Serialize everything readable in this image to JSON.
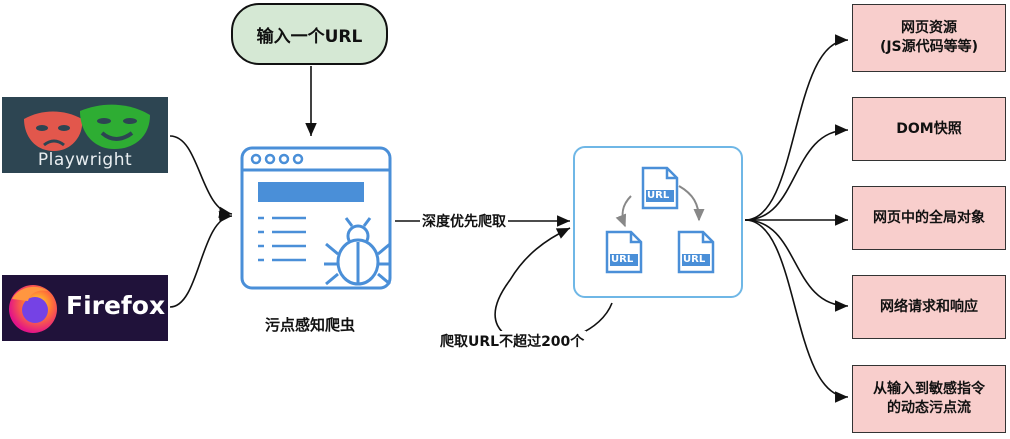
{
  "input": {
    "label": "输入一个URL"
  },
  "logos": {
    "playwright": "Playwright",
    "firefox": "Firefox"
  },
  "crawler": {
    "label": "污点感知爬虫"
  },
  "edges": {
    "dfs": "深度优先爬取",
    "limit": "爬取URL不超过200个"
  },
  "graph": {
    "node_label": "URL"
  },
  "outputs": [
    {
      "line1": "网页资源",
      "line2": "(JS源代码等等)"
    },
    {
      "line1": "DOM快照",
      "line2": ""
    },
    {
      "line1": "网页中的全局对象",
      "line2": ""
    },
    {
      "line1": "网络请求和响应",
      "line2": ""
    },
    {
      "line1": "从输入到敏感指令",
      "line2": "的动态污点流"
    }
  ],
  "colors": {
    "bubble_fill": "#d5e8d4",
    "output_fill": "#f8cecc",
    "icon_blue": "#4a8fd8",
    "graph_border": "#6fb7e6"
  }
}
